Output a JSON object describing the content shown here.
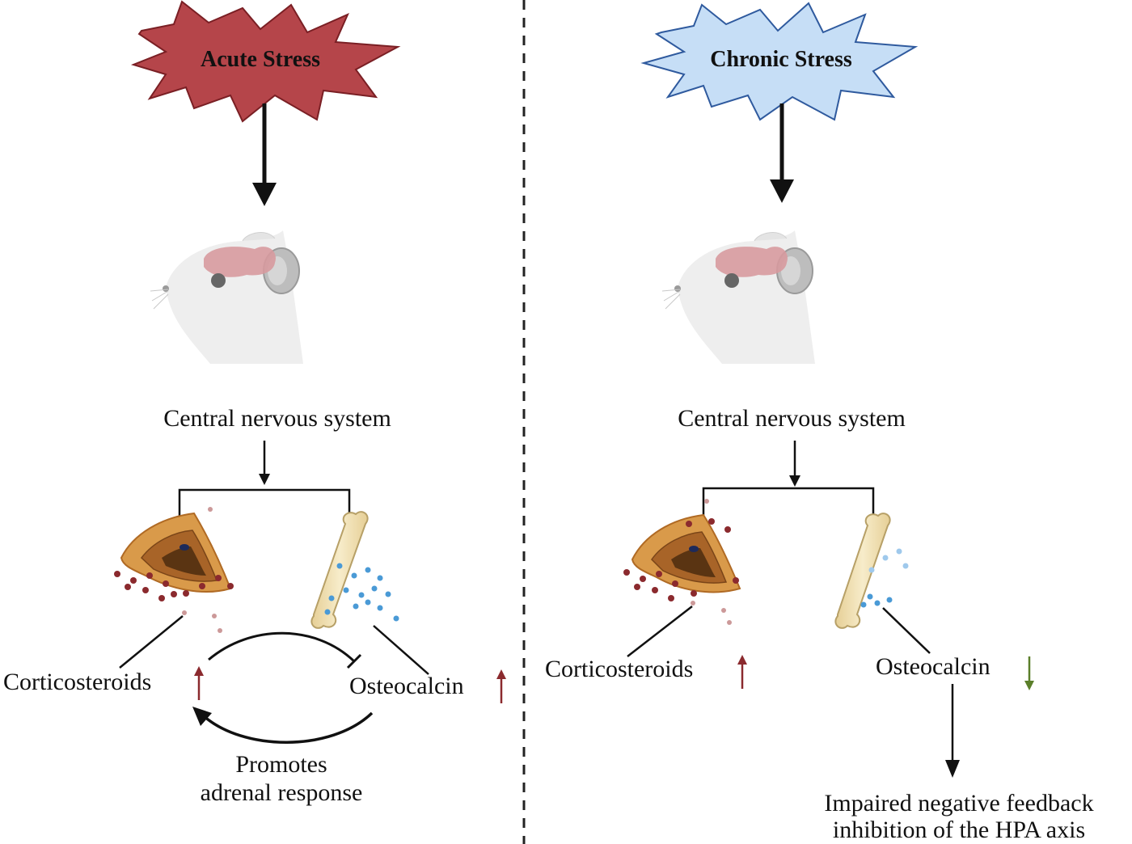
{
  "left_panel": {
    "stress_label": "Acute Stress",
    "cns_label": "Central nervous system",
    "corticosteroids_label": "Corticosteroids",
    "osteocalcin_label": "Osteocalcin",
    "feedback_label_line1": "Promotes",
    "feedback_label_line2": "adrenal response",
    "corticosteroids_trend": "up",
    "osteocalcin_trend": "up"
  },
  "right_panel": {
    "stress_label": "Chronic Stress",
    "cns_label": "Central nervous system",
    "corticosteroids_label": "Corticosteroids",
    "osteocalcin_label": "Osteocalcin",
    "outcome_line1": "Impaired negative feedback",
    "outcome_line2": "inhibition of the HPA axis",
    "corticosteroids_trend": "up",
    "osteocalcin_trend": "down"
  },
  "colors": {
    "acute_burst_fill": "#b5454a",
    "acute_burst_stroke": "#7a1f24",
    "chronic_burst_fill": "#c6def6",
    "chronic_burst_stroke": "#2f5a9e",
    "up_arrow": "#8b2a2e",
    "down_arrow": "#5b7f2a",
    "corticosteroid_dot": "#8b2a2e",
    "osteocalcin_dot": "#4a9ad6",
    "adrenal": "#d99a4a",
    "bone": "#f0dfb2",
    "brain": "#d79a9e"
  }
}
